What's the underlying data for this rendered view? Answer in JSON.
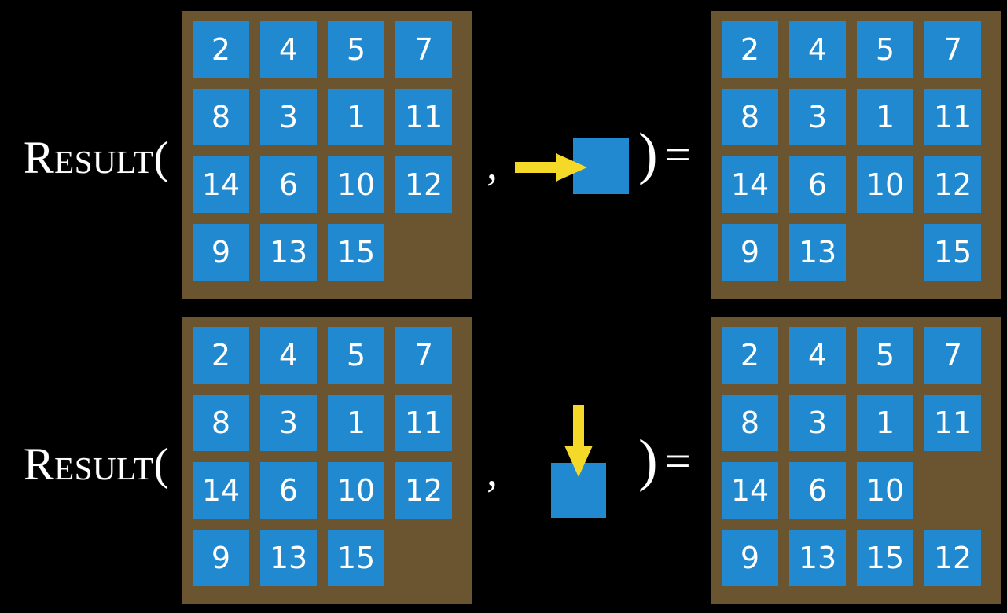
{
  "figure": {
    "background_color": "#000000",
    "tile_color": "#2189cf",
    "board_color": "#6b5531",
    "arrow_color": "#f5d928",
    "text_color": "#ffffff",
    "rows": [
      {
        "id": "row-right-move",
        "label": "Result(",
        "comma": ",",
        "close_paren": ")",
        "equals": "=",
        "move": {
          "direction": "right",
          "icon_name": "arrow-right-into-block"
        },
        "input_grid": {
          "name": "input-board-right-move",
          "cells": [
            [
              "2",
              "4",
              "5",
              "7"
            ],
            [
              "8",
              "3",
              "1",
              "11"
            ],
            [
              "14",
              "6",
              "10",
              "12"
            ],
            [
              "9",
              "13",
              "15",
              ""
            ]
          ]
        },
        "output_grid": {
          "name": "output-board-right-move",
          "cells": [
            [
              "2",
              "4",
              "5",
              "7"
            ],
            [
              "8",
              "3",
              "1",
              "11"
            ],
            [
              "14",
              "6",
              "10",
              "12"
            ],
            [
              "9",
              "13",
              "",
              "15"
            ]
          ]
        }
      },
      {
        "id": "row-down-move",
        "label": "Result(",
        "comma": ",",
        "close_paren": ")",
        "equals": "=",
        "move": {
          "direction": "down",
          "icon_name": "arrow-down-into-block"
        },
        "input_grid": {
          "name": "input-board-down-move",
          "cells": [
            [
              "2",
              "4",
              "5",
              "7"
            ],
            [
              "8",
              "3",
              "1",
              "11"
            ],
            [
              "14",
              "6",
              "10",
              "12"
            ],
            [
              "9",
              "13",
              "15",
              ""
            ]
          ]
        },
        "output_grid": {
          "name": "output-board-down-move",
          "cells": [
            [
              "2",
              "4",
              "5",
              "7"
            ],
            [
              "8",
              "3",
              "1",
              "11"
            ],
            [
              "14",
              "6",
              "10",
              ""
            ],
            [
              "9",
              "13",
              "15",
              "12"
            ]
          ]
        }
      }
    ]
  }
}
